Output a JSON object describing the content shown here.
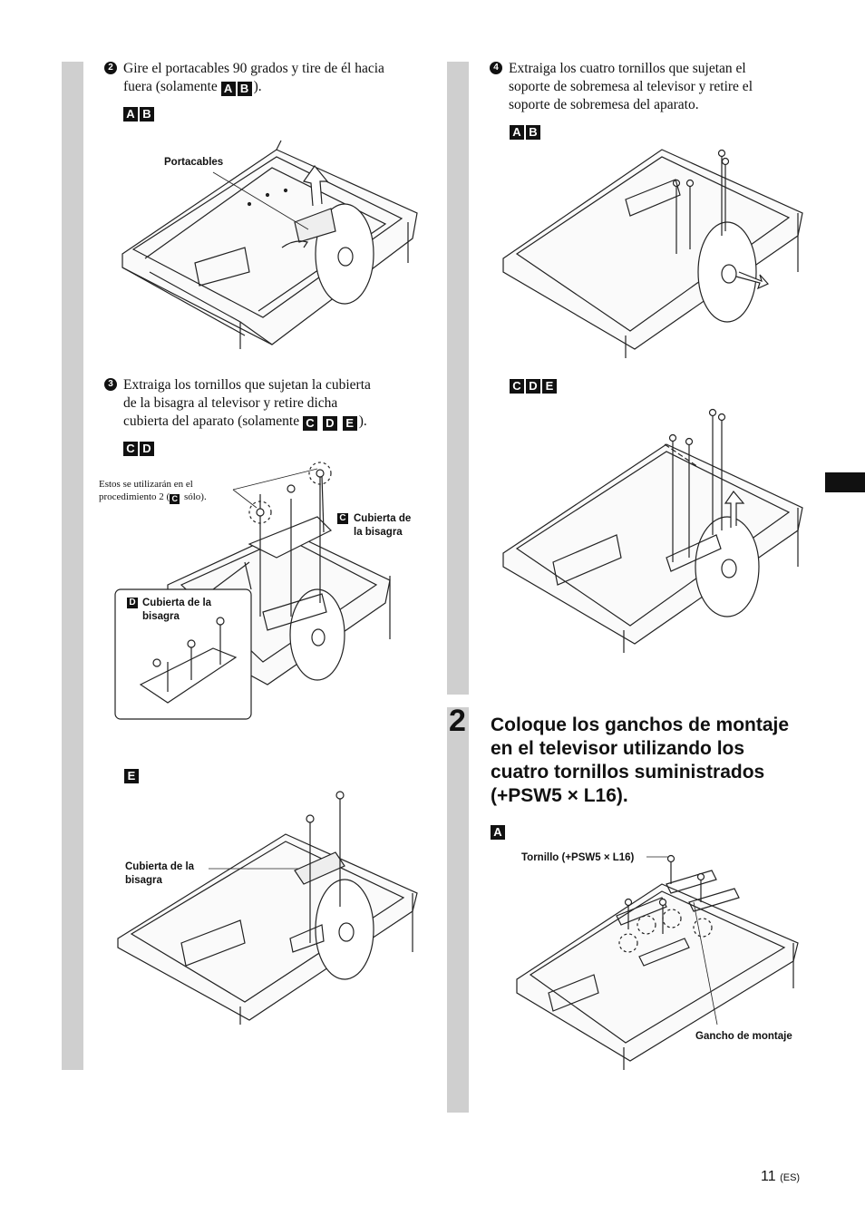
{
  "step2": {
    "num": "2",
    "text_line1": "Gire el portacables 90 grados y tire de él hacia",
    "text_line2": "fuera (solamente",
    "letters": [
      "A",
      "B"
    ],
    "close": ").",
    "fig_letters": [
      "A",
      "B"
    ],
    "label_portacables": "Portacables"
  },
  "step3": {
    "num": "3",
    "line1": "Extraiga los tornillos que sujetan la cubierta",
    "line2": "de la bisagra al televisor y retire dicha",
    "line3": "cubierta del aparato (solamente",
    "letters": [
      "C",
      "D",
      "E"
    ],
    "close": ").",
    "fig_cd_letters": [
      "C",
      "D"
    ],
    "note_line1": "Estos se utilizarán en el",
    "note_line2_a": "procedimiento 2 (",
    "note_letter": "C",
    "note_line2_b": " sólo).",
    "label_c_letter": "C",
    "label_c_line1": "Cubierta de",
    "label_c_line2": "la bisagra",
    "label_d_letter": "D",
    "label_d_line1": "Cubierta de la",
    "label_d_line2": "bisagra",
    "fig_e_letter": "E",
    "label_e_line1": "Cubierta de la",
    "label_e_line2": "bisagra"
  },
  "step4": {
    "num": "4",
    "line1": "Extraiga los cuatro tornillos que sujetan el",
    "line2": "soporte de sobremesa al televisor y retire el",
    "line3": "soporte de sobremesa del aparato.",
    "fig_ab_letters": [
      "A",
      "B"
    ],
    "fig_cde_letters": [
      "C",
      "D",
      "E"
    ]
  },
  "main_step": {
    "num": "2",
    "line1": "Coloque los ganchos de montaje",
    "line2": "en el televisor utilizando los",
    "line3": "cuatro tornillos suministrados",
    "line4": "(+PSW5 × L16).",
    "fig_letter": "A",
    "label_tornillo": "Tornillo (+PSW5 × L16)",
    "label_gancho": "Gancho de montaje"
  },
  "page": {
    "number": "11",
    "lang": "(ES)"
  }
}
